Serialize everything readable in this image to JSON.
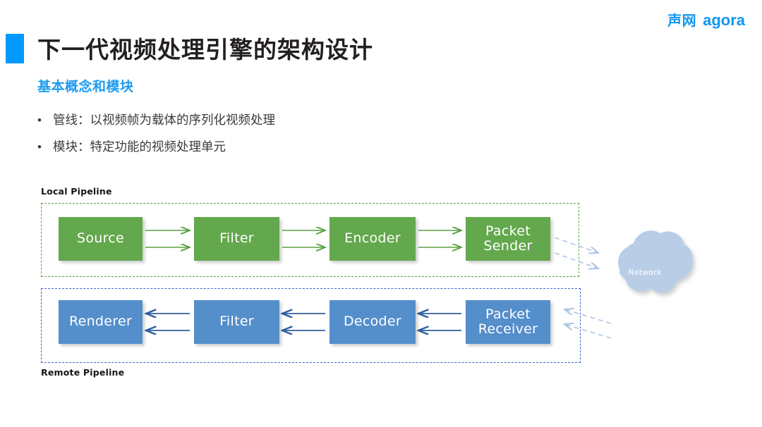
{
  "brand": {
    "cn": "声网",
    "en": "agora",
    "color": "#1296f0"
  },
  "header": {
    "title": "下一代视频处理引擎的架构设计",
    "subtitle": "基本概念和模块",
    "accent_color": "#0099ff",
    "title_color": "#231f20",
    "subtitle_color": "#1e9bf0"
  },
  "bullets": [
    {
      "marker": "•",
      "text": "管线：以视频帧为载体的序列化视频处理"
    },
    {
      "marker": "•",
      "text": "模块：特定功能的视频处理单元"
    }
  ],
  "diagram": {
    "local_pipeline_label": "Local Pipeline",
    "remote_pipeline_label": "Remote Pipeline",
    "local_border_color": "#5aa142",
    "remote_border_color": "#3a63c8",
    "local_node_color": "#63a84d",
    "remote_node_color": "#548ecb",
    "arrow_local_color": "#5aa142",
    "arrow_remote_color": "#2f5f9e",
    "network_arrow_color": "#adc6e5",
    "cloud": {
      "label": "Network",
      "fill": "#b9cde7"
    },
    "local_nodes": [
      {
        "label": "Source"
      },
      {
        "label": "Filter"
      },
      {
        "label": "Encoder"
      },
      {
        "label": "Packet\nSender",
        "line1": "Packet",
        "line2": "Sender"
      }
    ],
    "remote_nodes": [
      {
        "label": "Renderer"
      },
      {
        "label": "Filter"
      },
      {
        "label": "Decoder"
      },
      {
        "label": "Packet\nReceiver",
        "line1": "Packet",
        "line2": "Receiver"
      }
    ]
  }
}
